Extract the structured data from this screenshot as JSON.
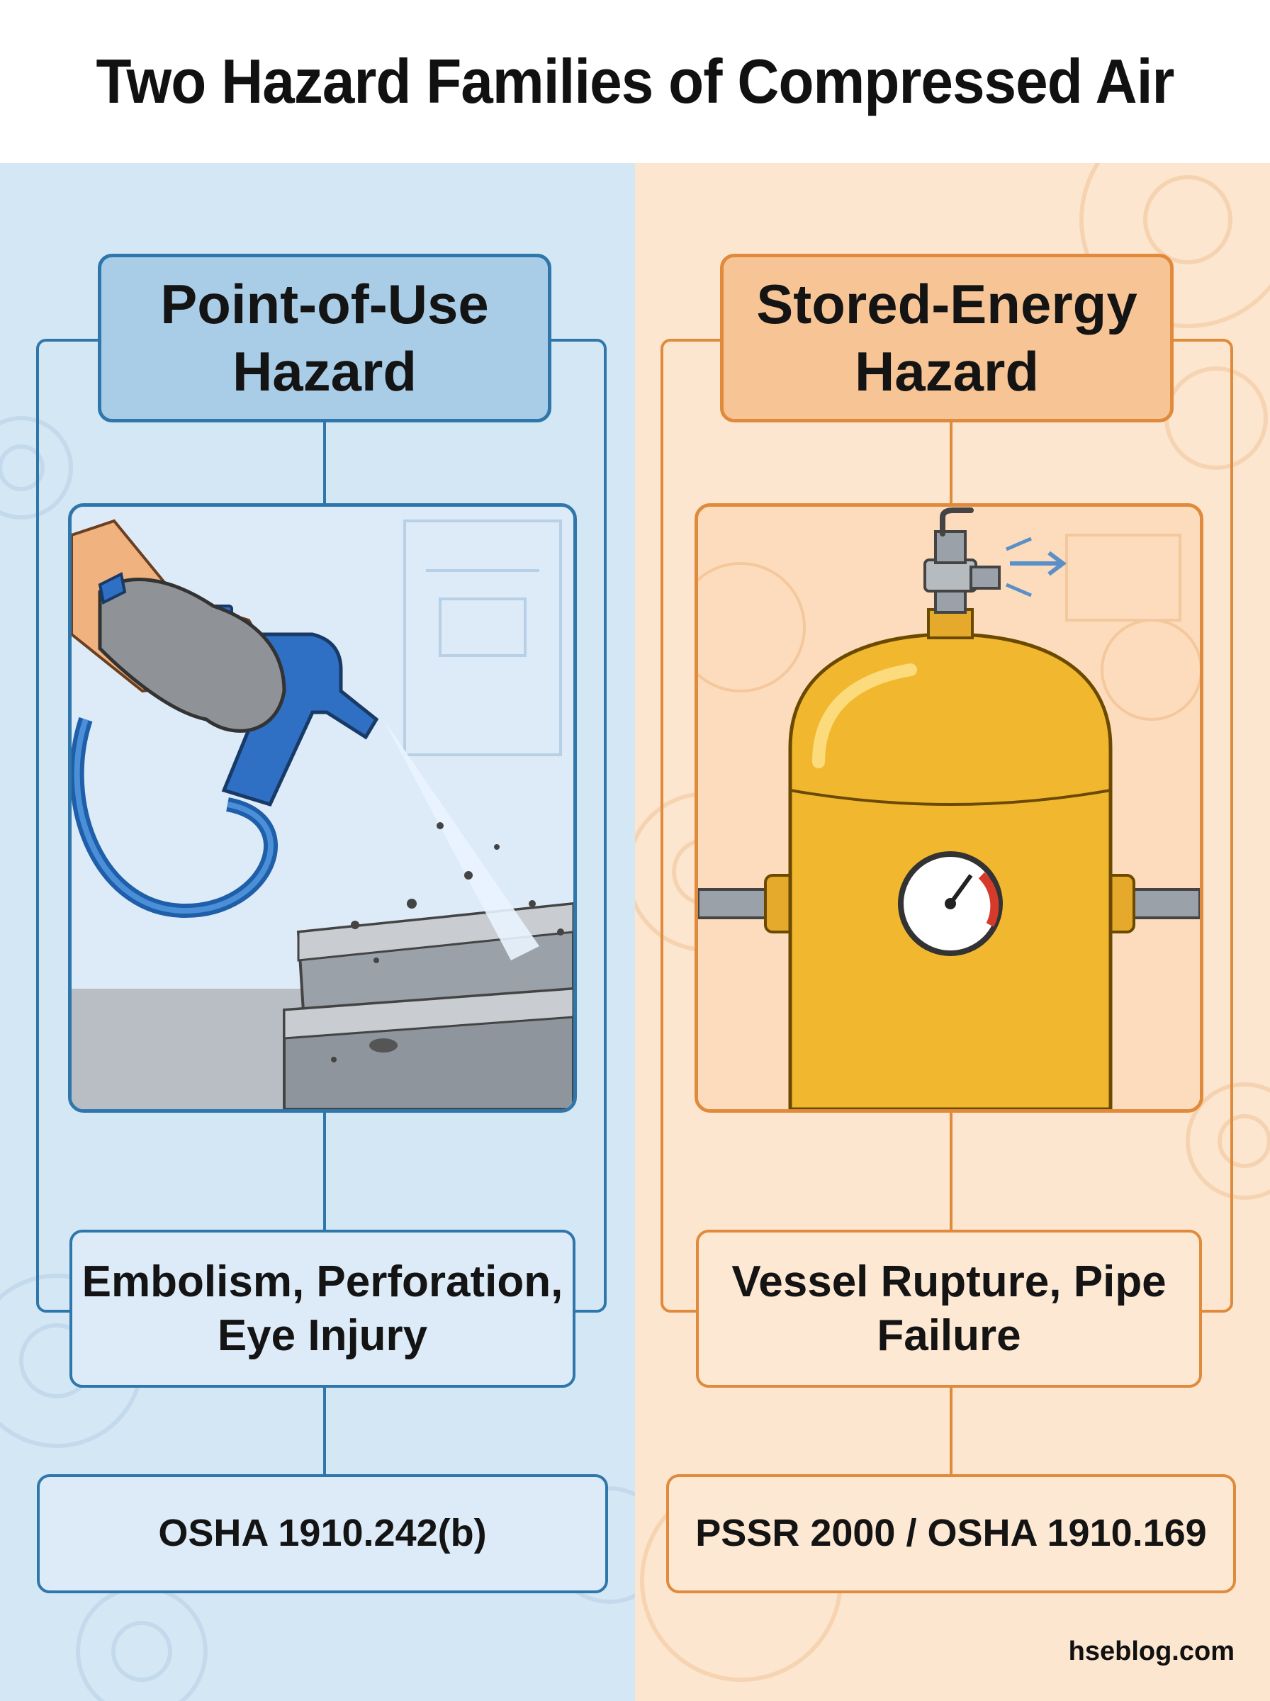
{
  "title": "Two Hazard Families of Compressed Air",
  "left": {
    "heading": "Point-of-Use Hazard",
    "outcome": "Embolism, Perforation, Eye Injury",
    "standard": "OSHA 1910.242(b)",
    "accent": "#2f77ab",
    "fill": "#d4e7f5"
  },
  "right": {
    "heading": "Stored-Energy Hazard",
    "outcome": "Vessel Rupture, Pipe Failure",
    "standard": "PSSR 2000 / OSHA 1910.169",
    "accent": "#e08a3c",
    "fill": "#fde6d0"
  },
  "credit": "hseblog.com",
  "icons": {
    "left_illustration": "air-blow-gun-icon",
    "right_illustration": "air-receiver-tank-icon"
  }
}
